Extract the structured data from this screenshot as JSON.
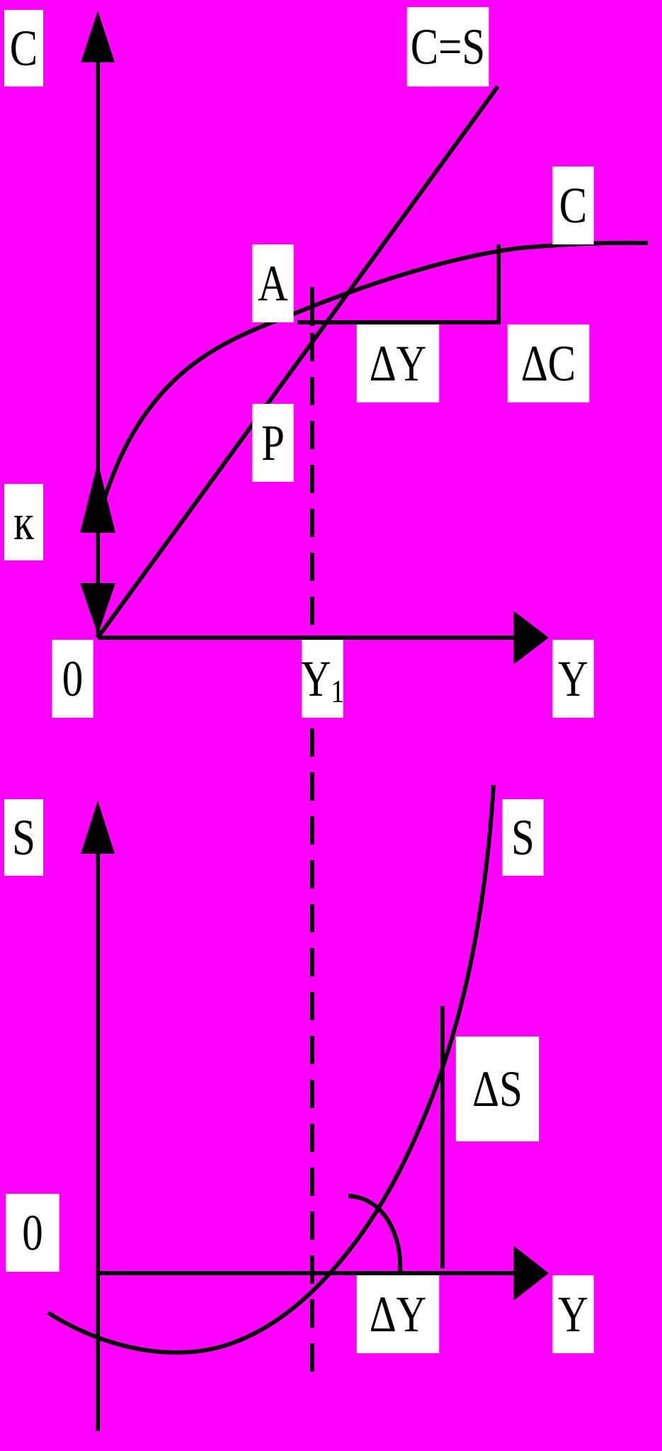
{
  "colors": {
    "background": "#FF00FF",
    "stroke": "#000000",
    "label_bg": "#FFFFFF"
  },
  "labels": {
    "top_c_axis": "C",
    "c_eq_s": "C=S",
    "c_curve": "C",
    "point_a": "A",
    "delta_y_top": "ΔY",
    "delta_c": "ΔC",
    "point_p": "P",
    "k": "к",
    "origin_top": "0",
    "y1_main": "Y",
    "y1_sub": "1",
    "y_axis_top": "Y",
    "s_axis": "S",
    "s_curve": "S",
    "delta_s": "ΔS",
    "origin_bottom": "0",
    "delta_y_bottom": "ΔY",
    "y_axis_bottom": "Y"
  }
}
